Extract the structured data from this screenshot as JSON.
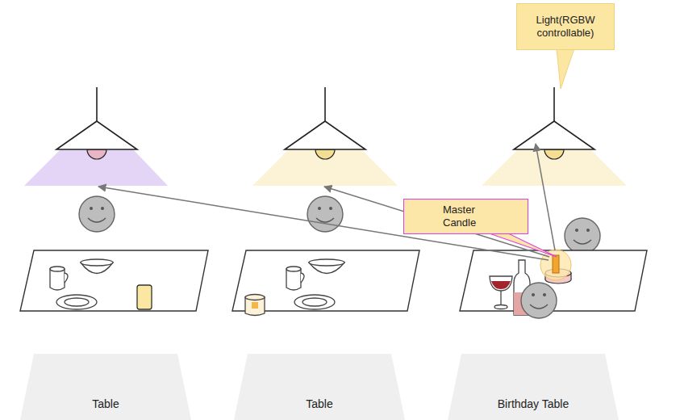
{
  "diagram": {
    "nodes": [
      {
        "text": [
          "Light(RGBW controllable)"
        ]
      },
      {
        "text": [
          "Master Candle"
        ]
      },
      {
        "text": [
          "Table"
        ]
      },
      {
        "text": [
          "Table"
        ]
      },
      {
        "text": [
          "Birthday Table"
        ]
      }
    ]
  }
}
